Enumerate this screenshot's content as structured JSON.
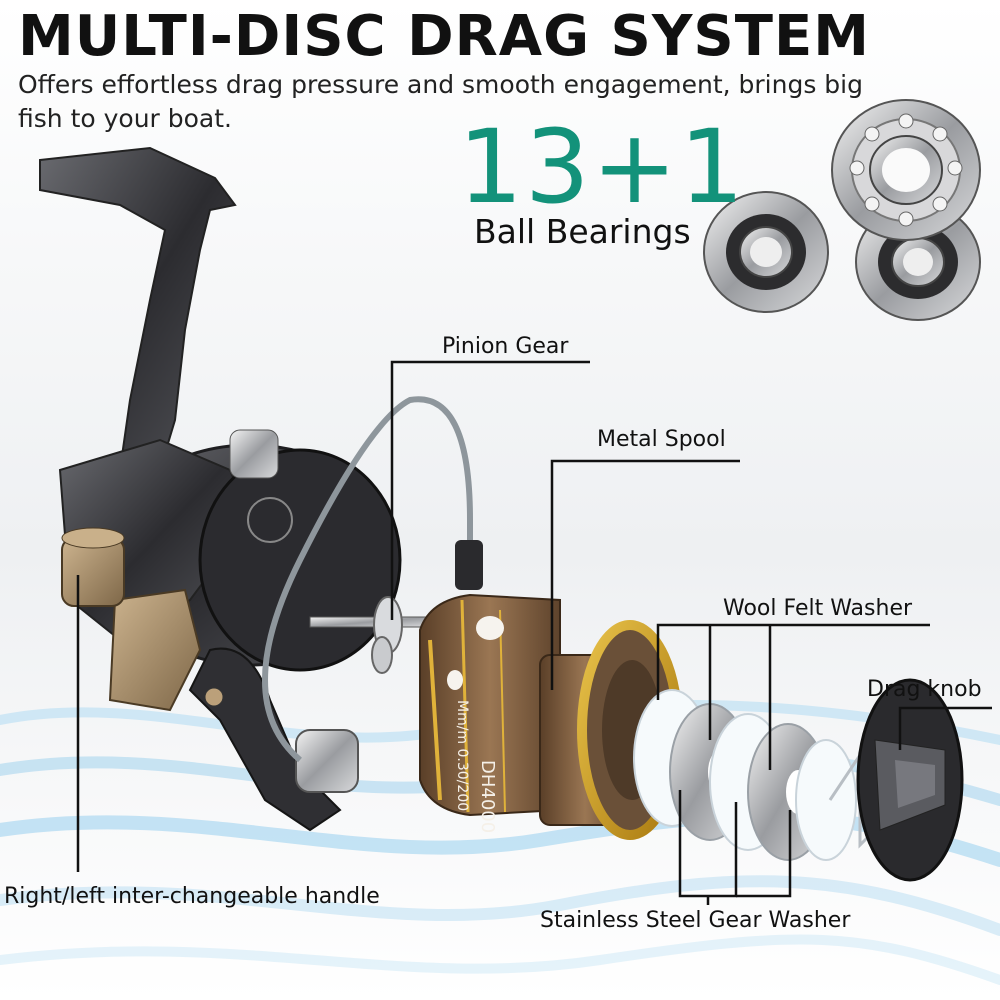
{
  "header": {
    "title": "MULTI-DISC DRAG SYSTEM",
    "subtitle": "Offers effortless drag pressure and smooth engagement, brings big fish to your boat."
  },
  "bearings": {
    "count": "13+1",
    "label": "Ball Bearings"
  },
  "spool_print": {
    "model": "DH4000",
    "capacity": "Mm/m 0.30/200"
  },
  "callouts": {
    "pinion_gear": "Pinion Gear",
    "metal_spool": "Metal Spool",
    "wool_felt_washer": "Wool Felt Washer",
    "drag_knob": "Drag knob",
    "handle": "Right/left inter-changeable handle",
    "gear_washer": "Stainless Steel Gear Washer"
  },
  "colors": {
    "accent": "#13927a",
    "reel_body": "#3a3a3e",
    "spool_bronze": "#7a5a3c",
    "gold_trim": "#d4a21a"
  }
}
